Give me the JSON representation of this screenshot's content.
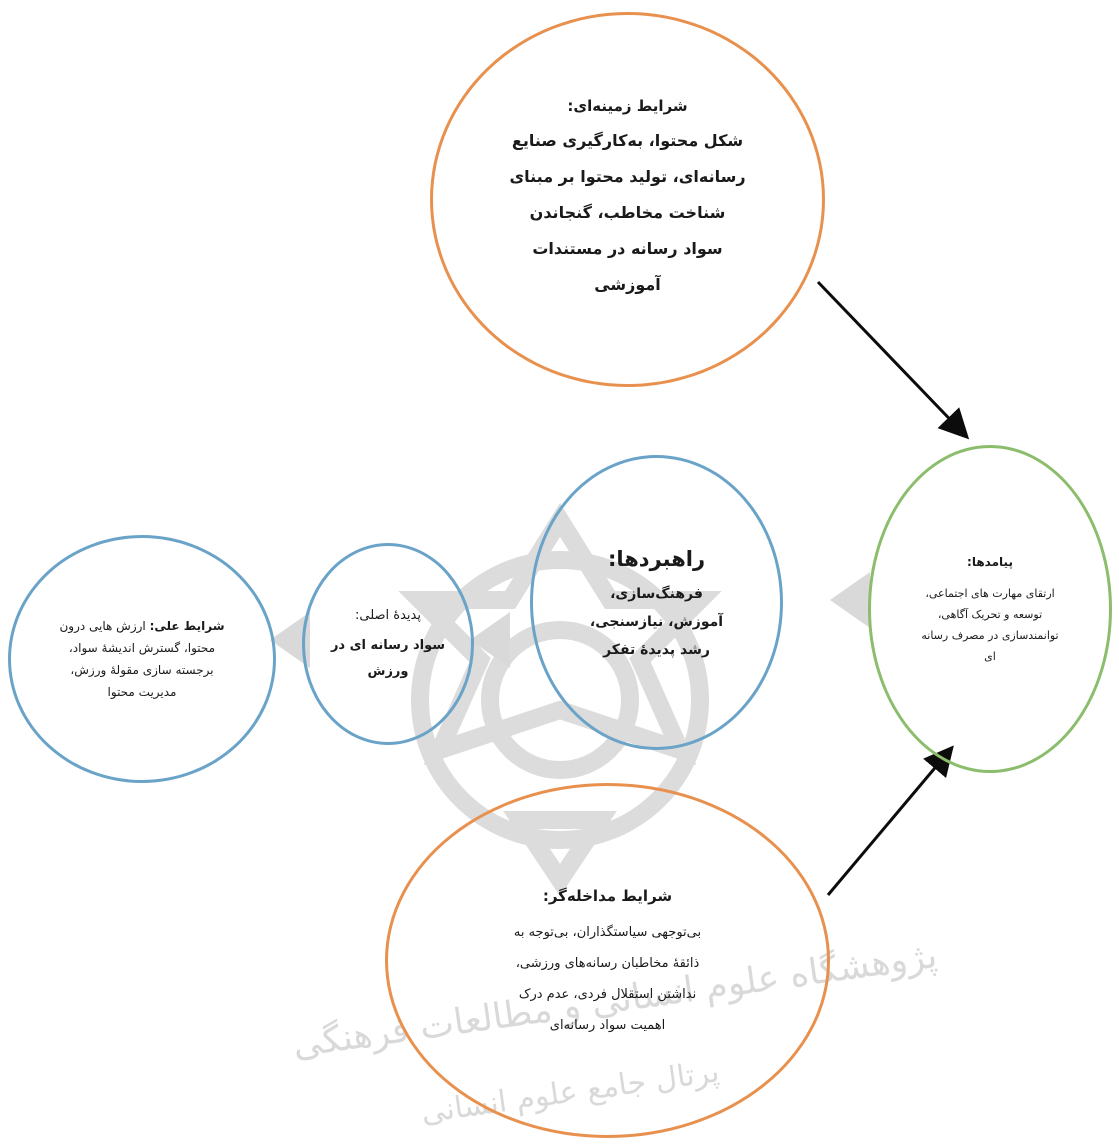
{
  "colors": {
    "orange": "#e8914f",
    "blue": "#6aa3c8",
    "green": "#8cbd6c",
    "arrow": "#0c0c0c",
    "watermark": "#cfcfcf"
  },
  "nodes": {
    "contextual": {
      "title": "شرایط زمینه‌ای:",
      "lines": [
        "شکل محتوا، به‌کارگیری صنایع",
        "رسانه‌ای، تولید محتوا بر مبنای",
        "شناخت مخاطب، گنجاندن",
        "سواد رسانه در  مستندات",
        "آموزشی"
      ]
    },
    "causal": {
      "title": "شرایط علی:",
      "title_rest": " ارزش هایی درون",
      "lines": [
        "محتوا، گسترش اندیشهٔ سواد،",
        "برجسته سازی مقولهٔ ورزش،",
        "مدیریت محتوا"
      ]
    },
    "core": {
      "title": "پدیدهٔ اصلی:",
      "lines": [
        "سواد رسانه ای در",
        "ورزش"
      ]
    },
    "strategies": {
      "title": "راهبردها:",
      "lines": [
        "فرهنگ‌سازی،",
        "آموزش، نیازسنجی،",
        "رشد پدیدهٔ تفکر"
      ]
    },
    "outcomes": {
      "title": "پیامدها:",
      "lines": [
        "ارتقای مهارت های اجتماعی،",
        "توسعه و تحریک آگاهی،",
        "توانمندسازی در مصرف رسانه",
        "ای"
      ]
    },
    "intervening": {
      "title": "شرایط مداخله‌گر:",
      "lines": [
        "بی‌توجهی سیاستگذاران، بی‌توجه به",
        "ذائقهٔ مخاطبان رسانه‌های ورزشی،",
        "نداشتن استقلال فردی، عدم درک",
        "اهمیت سواد رسانه‌ای"
      ]
    }
  },
  "watermark": {
    "line1": "پژوهشگاه علوم انسانی و مطالعات فرهنگی",
    "line2": "پرتال جامع علوم انسانی"
  }
}
